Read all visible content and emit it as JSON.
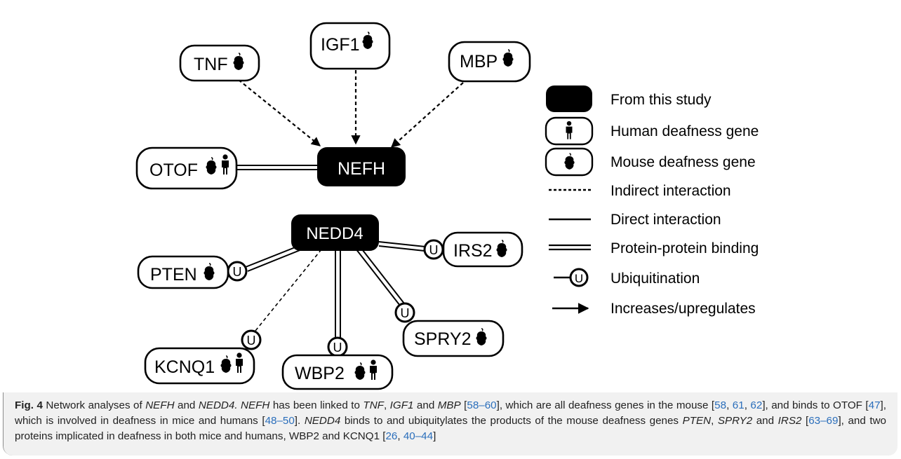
{
  "nodes": [
    {
      "id": "TNF",
      "label": "TNF",
      "kind": "gene",
      "icons": [
        "mouse-icon"
      ]
    },
    {
      "id": "IGF1",
      "label": "IGF1",
      "kind": "gene",
      "icons": [
        "mouse-icon"
      ]
    },
    {
      "id": "MBP",
      "label": "MBP",
      "kind": "gene",
      "icons": [
        "mouse-icon"
      ]
    },
    {
      "id": "OTOF",
      "label": "OTOF",
      "kind": "gene",
      "icons": [
        "mouse-icon",
        "human-icon"
      ]
    },
    {
      "id": "NEFH",
      "label": "NEFH",
      "kind": "study"
    },
    {
      "id": "NEDD4",
      "label": "NEDD4",
      "kind": "study"
    },
    {
      "id": "PTEN",
      "label": "PTEN",
      "kind": "gene",
      "icons": [
        "mouse-icon"
      ]
    },
    {
      "id": "IRS2",
      "label": "IRS2",
      "kind": "gene",
      "icons": [
        "mouse-icon"
      ]
    },
    {
      "id": "SPRY2",
      "label": "SPRY2",
      "kind": "gene",
      "icons": [
        "mouse-icon"
      ]
    },
    {
      "id": "KCNQ1",
      "label": "KCNQ1",
      "kind": "gene",
      "icons": [
        "mouse-icon",
        "human-icon"
      ]
    },
    {
      "id": "WBP2",
      "label": "WBP2",
      "kind": "gene",
      "icons": [
        "mouse-icon",
        "human-icon"
      ]
    }
  ],
  "edges": [
    {
      "from": "TNF",
      "to": "NEFH",
      "type": "indirect-increases"
    },
    {
      "from": "IGF1",
      "to": "NEFH",
      "type": "indirect-increases"
    },
    {
      "from": "MBP",
      "to": "NEFH",
      "type": "indirect-increases"
    },
    {
      "from": "OTOF",
      "to": "NEFH",
      "type": "protein-binding"
    },
    {
      "from": "NEDD4",
      "to": "PTEN",
      "type": "protein-binding-ubiquitination"
    },
    {
      "from": "NEDD4",
      "to": "IRS2",
      "type": "protein-binding-ubiquitination"
    },
    {
      "from": "NEDD4",
      "to": "SPRY2",
      "type": "protein-binding-ubiquitination"
    },
    {
      "from": "NEDD4",
      "to": "WBP2",
      "type": "protein-binding-ubiquitination"
    },
    {
      "from": "NEDD4",
      "to": "KCNQ1",
      "type": "indirect-ubiquitination"
    }
  ],
  "legend": [
    {
      "symbol": "study-box",
      "label": "From this study"
    },
    {
      "symbol": "human-box",
      "label": "Human deafness gene"
    },
    {
      "symbol": "mouse-box",
      "label": "Mouse deafness gene"
    },
    {
      "symbol": "dashed-line",
      "label": "Indirect interaction"
    },
    {
      "symbol": "solid-line",
      "label": "Direct interaction"
    },
    {
      "symbol": "double-line",
      "label": "Protein-protein binding"
    },
    {
      "symbol": "ubiquitin",
      "label": "Ubiquitination"
    },
    {
      "symbol": "arrow",
      "label": "Increases/upregulates"
    }
  ],
  "ubiquitin_glyph": "U",
  "caption": {
    "segments": [
      {
        "text": "Fig. 4",
        "style": "fig-label"
      },
      {
        "text": " Network analyses of ",
        "style": ""
      },
      {
        "text": "NEFH",
        "style": "gene"
      },
      {
        "text": " and ",
        "style": ""
      },
      {
        "text": "NEDD4.",
        "style": "gene"
      },
      {
        "text": " ",
        "style": ""
      },
      {
        "text": "NEFH",
        "style": "gene"
      },
      {
        "text": " has been linked to ",
        "style": ""
      },
      {
        "text": "TNF",
        "style": "gene"
      },
      {
        "text": ", ",
        "style": ""
      },
      {
        "text": "IGF1",
        "style": "gene"
      },
      {
        "text": " and ",
        "style": ""
      },
      {
        "text": "MBP",
        "style": "gene"
      },
      {
        "text": " [",
        "style": ""
      },
      {
        "text": "58–60",
        "style": "ref"
      },
      {
        "text": "], which are all deafness genes in the mouse [",
        "style": ""
      },
      {
        "text": "58",
        "style": "ref"
      },
      {
        "text": ", ",
        "style": ""
      },
      {
        "text": "61",
        "style": "ref"
      },
      {
        "text": ", ",
        "style": ""
      },
      {
        "text": "62",
        "style": "ref"
      },
      {
        "text": "], and binds to OTOF [",
        "style": ""
      },
      {
        "text": "47",
        "style": "ref"
      },
      {
        "text": "], which is involved in deafness in mice and humans [",
        "style": ""
      },
      {
        "text": "48–50",
        "style": "ref"
      },
      {
        "text": "]. ",
        "style": ""
      },
      {
        "text": "NEDD4",
        "style": "gene"
      },
      {
        "text": " binds to and ubiquitylates the products of the mouse deafness genes ",
        "style": ""
      },
      {
        "text": "PTEN",
        "style": "gene"
      },
      {
        "text": ", ",
        "style": ""
      },
      {
        "text": "SPRY2",
        "style": "gene"
      },
      {
        "text": " and ",
        "style": ""
      },
      {
        "text": "IRS2",
        "style": "gene"
      },
      {
        "text": " [",
        "style": ""
      },
      {
        "text": "63–69",
        "style": "ref"
      },
      {
        "text": "], and two proteins implicated in deafness in both mice and humans, WBP2 and KCNQ1 [",
        "style": ""
      },
      {
        "text": "26",
        "style": "ref"
      },
      {
        "text": ", ",
        "style": ""
      },
      {
        "text": "40–44",
        "style": "ref"
      },
      {
        "text": "]",
        "style": ""
      }
    ]
  },
  "colors": {
    "ink": "#000000",
    "caption_background": "#f1f1f1",
    "reference_link": "#2a6ebb"
  }
}
